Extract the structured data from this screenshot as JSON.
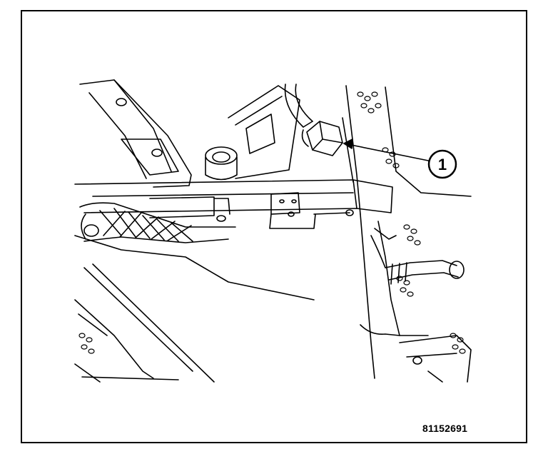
{
  "figure": {
    "callouts": [
      {
        "label": "1",
        "target": "sensor-fitting"
      }
    ],
    "figure_number": "81152691",
    "stroke_color": "#000000",
    "background_color": "#ffffff"
  }
}
